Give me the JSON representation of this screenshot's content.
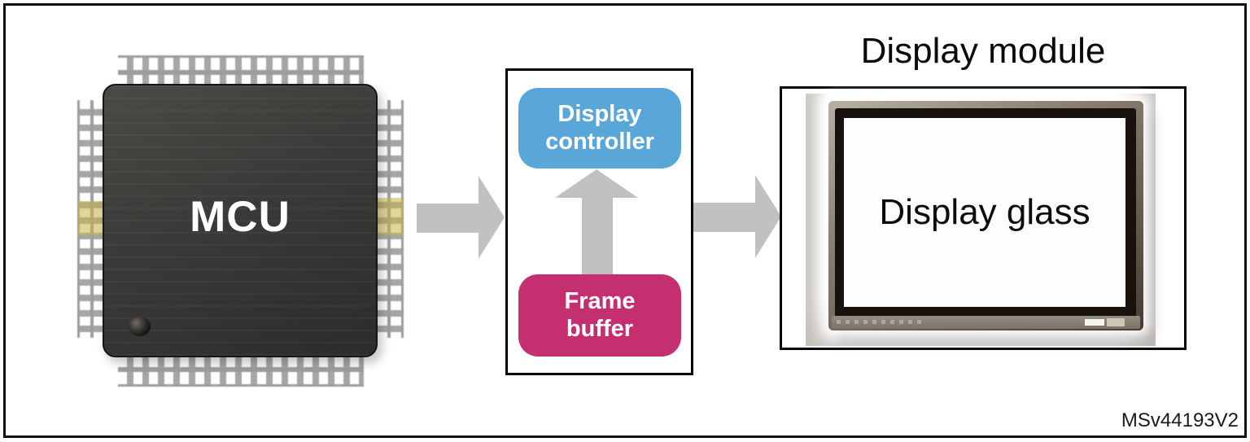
{
  "diagram": {
    "mcu": {
      "label": "MCU"
    },
    "controller_group": {
      "display_controller": {
        "label": "Display controller",
        "color": "#58a7d8"
      },
      "frame_buffer": {
        "label": "Frame buffer",
        "color": "#c42f70"
      }
    },
    "display_module": {
      "title": "Display module",
      "glass_label": "Display glass"
    },
    "arrows": {
      "color": "#c2c1c1",
      "connections": [
        {
          "from": "MCU",
          "to": "Display controller",
          "direction": "right"
        },
        {
          "from": "Frame buffer",
          "to": "Display controller",
          "direction": "up"
        },
        {
          "from": "Display controller",
          "to": "Display module",
          "direction": "right"
        }
      ]
    },
    "watermark": "MSv44193V2"
  }
}
